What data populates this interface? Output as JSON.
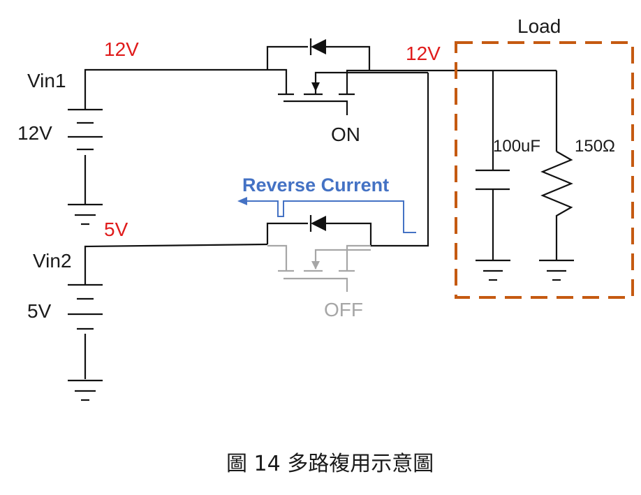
{
  "labels": {
    "load": "Load",
    "vin1": "Vin1",
    "vin1_voltage": "12V",
    "vin1_node": "12V",
    "out_node": "12V",
    "vin2": "Vin2",
    "vin2_voltage": "5V",
    "vin2_node": "5V",
    "on": "ON",
    "off": "OFF",
    "reverse_current": "Reverse Current",
    "capacitor": "100uF",
    "resistor": "150Ω"
  },
  "caption": "圖 14 多路複用示意圖",
  "colors": {
    "wire": "#111111",
    "voltage_label": "#e01b1b",
    "reverse_current": "#4472c4",
    "off_state": "#a6a6a6",
    "load_box": "#c55a11"
  }
}
